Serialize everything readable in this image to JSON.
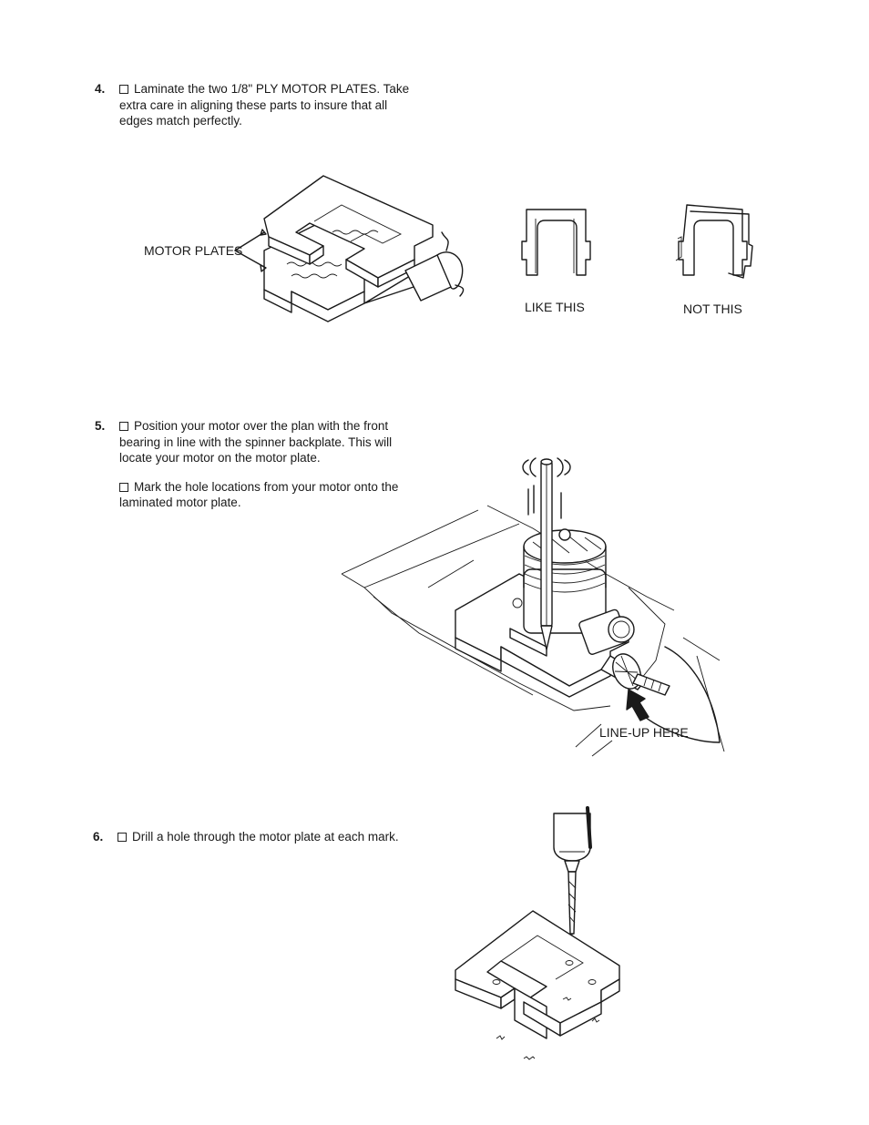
{
  "steps": [
    {
      "number": "4.",
      "paragraphs": [
        "Laminate the two 1/8\" PLY MOTOR PLATES. Take extra care in aligning these parts to insure that all edges match perfectly."
      ]
    },
    {
      "number": "5.",
      "paragraphs": [
        "Position your motor over the plan with the front bearing in line with the spinner backplate. This will locate your motor on the motor plate.",
        "Mark the hole locations from your motor onto the laminated motor plate."
      ]
    },
    {
      "number": "6.",
      "paragraphs": [
        "Drill a hole through the motor plate at each mark."
      ]
    }
  ],
  "figures": {
    "motor_plates_label": "MOTOR PLATES",
    "like_this_label": "LIKE THIS",
    "not_this_label": "NOT THIS",
    "line_up_label": "LINE-UP HERE"
  }
}
